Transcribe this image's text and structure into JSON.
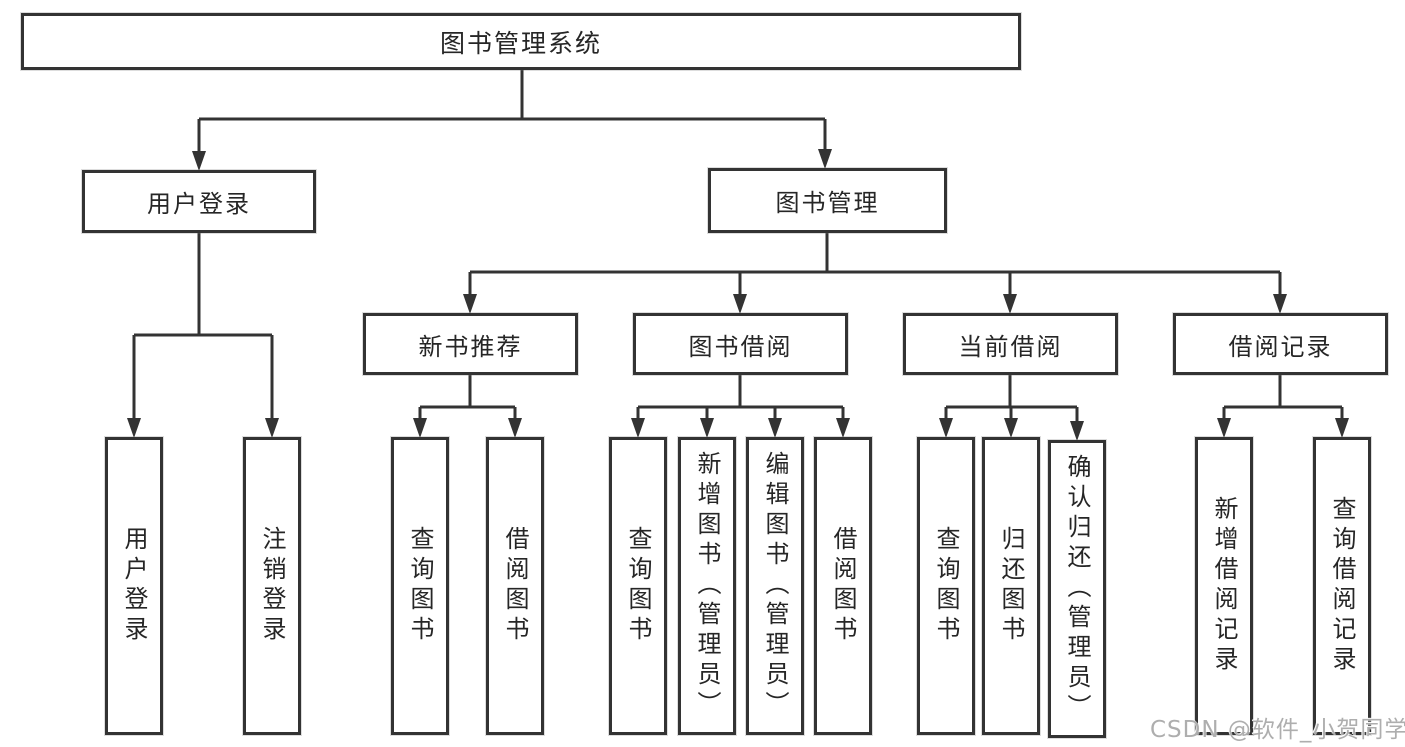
{
  "diagram": {
    "root": {
      "label": "图书管理系统"
    },
    "level2": [
      {
        "label": "用户登录",
        "children": [
          {
            "label": "用户登录"
          },
          {
            "label": "注销登录"
          }
        ]
      },
      {
        "label": "图书管理",
        "children": [
          {
            "label": "新书推荐",
            "children": [
              {
                "label": "查询图书"
              },
              {
                "label": "借阅图书"
              }
            ]
          },
          {
            "label": "图书借阅",
            "children": [
              {
                "label": "查询图书"
              },
              {
                "label": "新增图书（管理员）"
              },
              {
                "label": "编辑图书（管理员）"
              },
              {
                "label": "借阅图书"
              }
            ]
          },
          {
            "label": "当前借阅",
            "children": [
              {
                "label": "查询图书"
              },
              {
                "label": "归还图书"
              },
              {
                "label": "确认归还（管理员）"
              }
            ]
          },
          {
            "label": "借阅记录",
            "children": [
              {
                "label": "新增借阅记录"
              },
              {
                "label": "查询借阅记录"
              }
            ]
          }
        ]
      }
    ],
    "colors": {
      "line": "#333333",
      "box_background": "#ffffff",
      "text": "#262626",
      "watermark": "#aeaeae"
    },
    "watermark": "CSDN @软件_小贺同学"
  }
}
